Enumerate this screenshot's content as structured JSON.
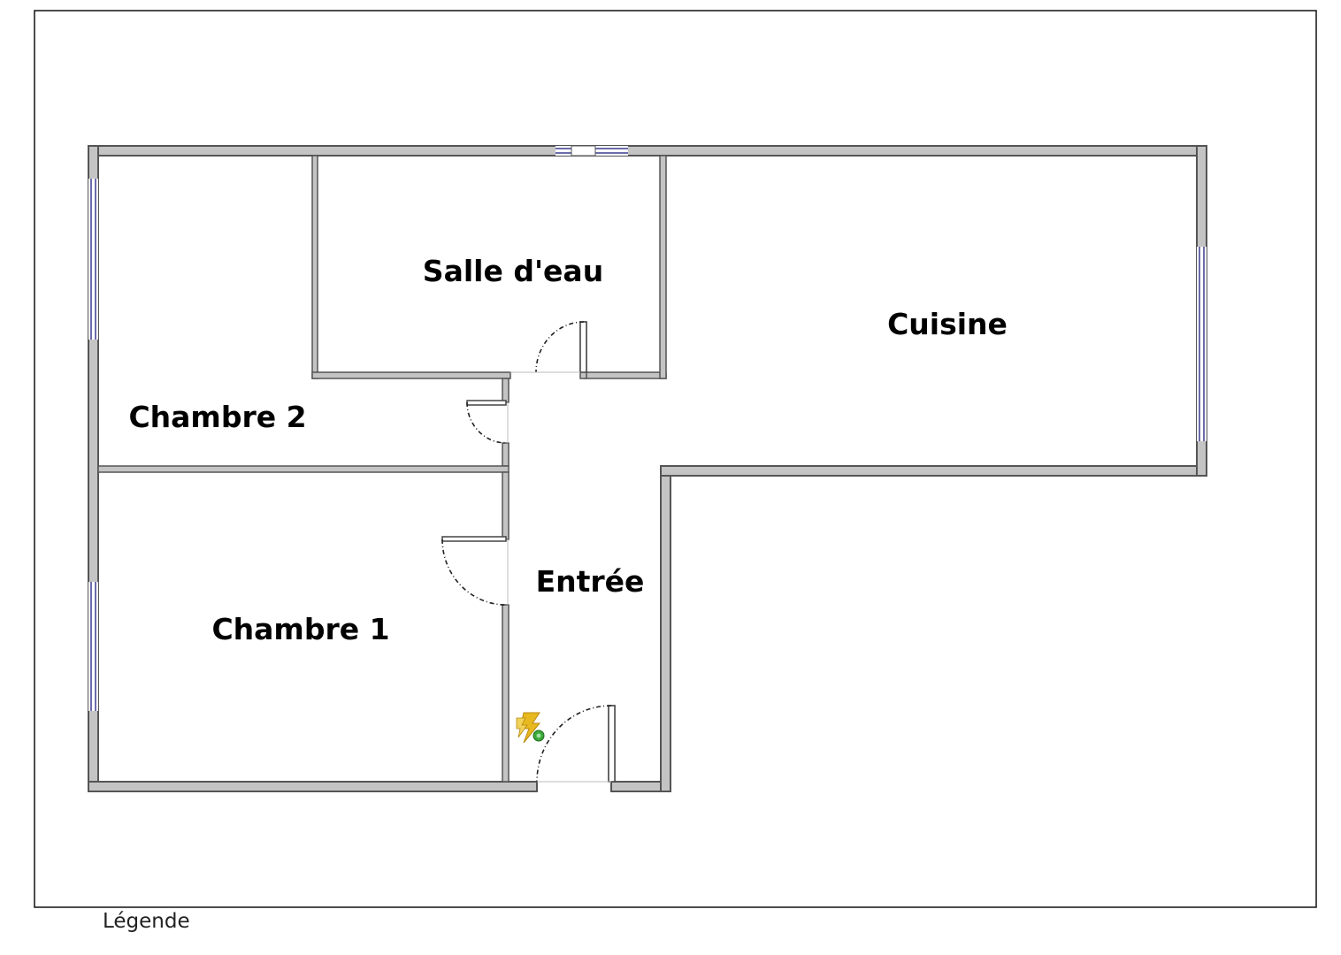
{
  "rooms": {
    "salle_d_eau": "Salle d'eau",
    "cuisine": "Cuisine",
    "chambre_2": "Chambre 2",
    "chambre_1": "Chambre 1",
    "entree": "Entrée"
  },
  "legend": "Légende",
  "colors": {
    "wall": "#c4c4c4",
    "wall_outline": "#555555",
    "window": "#3b3b8f",
    "electric_icon": "#e8b820",
    "electric_badge": "#3aa83a"
  },
  "icons": {
    "electric_meter": "lightning-bolt-icon"
  }
}
